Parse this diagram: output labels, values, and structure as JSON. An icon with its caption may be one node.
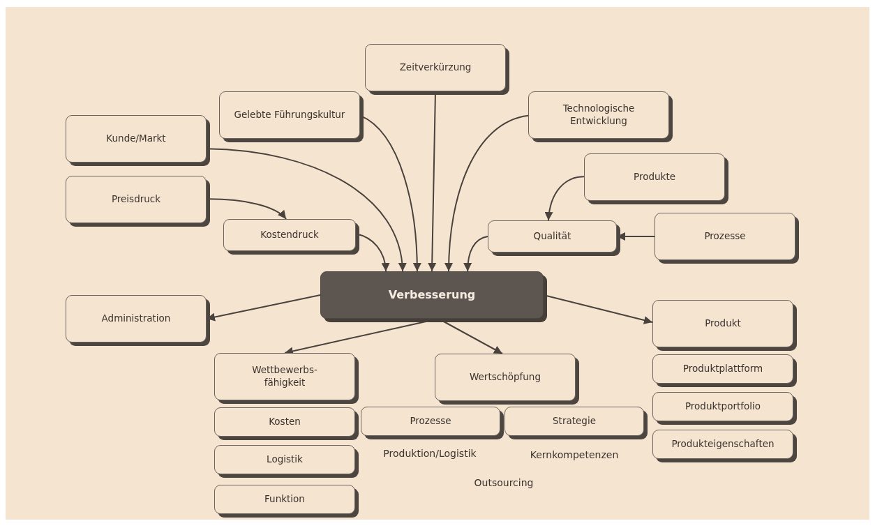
{
  "diagram": {
    "nodes": [
      {
        "text": [
          "Zeitverkürzung"
        ]
      },
      {
        "text": [
          "Gelebte Führungskultur"
        ]
      },
      {
        "text": [
          "Technologische Entwicklung"
        ]
      },
      {
        "text": [
          "Kunde/Markt"
        ]
      },
      {
        "text": [
          "Produkte"
        ]
      },
      {
        "text": [
          "Preisdruck"
        ]
      },
      {
        "text": [
          "Kostendruck"
        ]
      },
      {
        "text": [
          "Qualität"
        ]
      },
      {
        "text": [
          "Prozesse"
        ]
      },
      {
        "text": [
          "Verbesserung"
        ]
      },
      {
        "text": [
          "Administration"
        ]
      },
      {
        "text": [
          "Produkt"
        ]
      },
      {
        "text": [
          "Wettbewerbs- fähigkeit"
        ]
      },
      {
        "text": [
          "Wertschöpfung"
        ]
      },
      {
        "text": [
          "Produktplattform"
        ]
      },
      {
        "text": [
          "Kosten"
        ]
      },
      {
        "text": [
          "Prozesse"
        ]
      },
      {
        "text": [
          "Strategie"
        ]
      },
      {
        "text": [
          "Produktportfolio"
        ]
      },
      {
        "text": [
          "Logistik"
        ]
      },
      {
        "text": [
          "Produkteigenschaften"
        ]
      },
      {
        "text": [
          "Funktion"
        ]
      }
    ],
    "edges": [
      {
        "from": 3,
        "to": 9,
        "arrow": "to"
      },
      {
        "from": 5,
        "to": 6,
        "arrow": "to"
      },
      {
        "from": 6,
        "to": 9,
        "arrow": "to"
      },
      {
        "from": 1,
        "to": 9,
        "arrow": "to"
      },
      {
        "from": 0,
        "to": 9,
        "arrow": "to"
      },
      {
        "from": 2,
        "to": 9,
        "arrow": "to"
      },
      {
        "from": 4,
        "to": 7,
        "arrow": "to"
      },
      {
        "from": 8,
        "to": 7,
        "arrow": "to"
      },
      {
        "from": 7,
        "to": 9,
        "arrow": "to"
      },
      {
        "from": 9,
        "to": 10,
        "arrow": "to"
      },
      {
        "from": 9,
        "to": 12,
        "arrow": "to"
      },
      {
        "from": 9,
        "to": 13,
        "arrow": "to"
      },
      {
        "from": 9,
        "to": 11,
        "arrow": "to"
      }
    ],
    "labels": [
      "Produktion/Logistik",
      "Kernkompetenzen",
      "Outsourcing"
    ]
  }
}
